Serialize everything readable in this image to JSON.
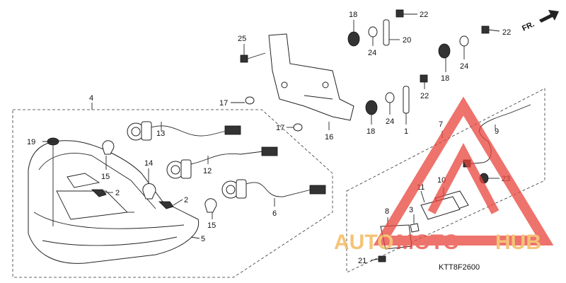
{
  "diagram_code": "KTT8F2600",
  "direction_label": "FR.",
  "watermark": {
    "text_auto": "AUTO",
    "text_moto": "MOTO",
    "text_hub": "HUB",
    "color": "#e8453c",
    "accent": "#f2b04a"
  },
  "callouts": {
    "c1": "1",
    "c2a": "2",
    "c2b": "2",
    "c3": "3",
    "c4": "4",
    "c5": "5",
    "c6": "6",
    "c7": "7",
    "c8": "8",
    "c9": "9",
    "c10": "10",
    "c11": "11",
    "c12": "12",
    "c13": "13",
    "c14": "14",
    "c15a": "15",
    "c15b": "15",
    "c16": "16",
    "c17a": "17",
    "c17b": "17",
    "c18a": "18",
    "c18b": "18",
    "c18c": "18",
    "c19": "19",
    "c20": "20",
    "c21": "21",
    "c22a": "22",
    "c22b": "22",
    "c22c": "22",
    "c23": "23",
    "c24a": "24",
    "c24b": "24",
    "c24c": "24",
    "c25": "25"
  }
}
